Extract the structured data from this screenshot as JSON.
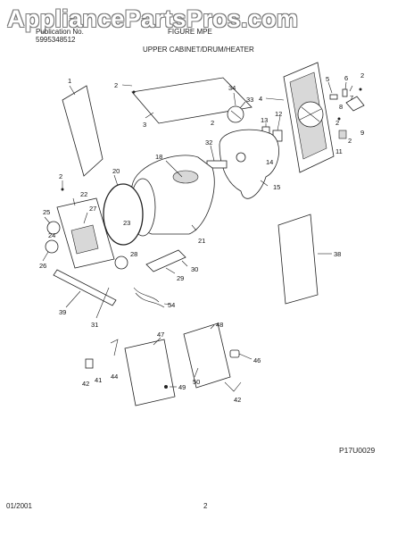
{
  "header": {
    "watermark": "AppliancePartsPros.com",
    "publication_label": "Publication No.",
    "publication_number": "5995348512",
    "figure_label": "FIGURE MPE",
    "section_title": "UPPER CABINET/DRUM/HEATER"
  },
  "footer": {
    "date": "01/2001",
    "page": "2",
    "drawing_code": "P17U0029"
  },
  "callouts": [
    {
      "id": "c1",
      "text": "1"
    },
    {
      "id": "c2a",
      "text": "2"
    },
    {
      "id": "c3",
      "text": "3"
    },
    {
      "id": "c34",
      "text": "34"
    },
    {
      "id": "c33",
      "text": "33"
    },
    {
      "id": "c2b",
      "text": "2"
    },
    {
      "id": "c4",
      "text": "4"
    },
    {
      "id": "c5",
      "text": "5"
    },
    {
      "id": "c6",
      "text": "6"
    },
    {
      "id": "c2c",
      "text": "2"
    },
    {
      "id": "c7",
      "text": "7"
    },
    {
      "id": "c8",
      "text": "8"
    },
    {
      "id": "c2d",
      "text": "2"
    },
    {
      "id": "c9",
      "text": "9"
    },
    {
      "id": "c2e",
      "text": "2"
    },
    {
      "id": "c11",
      "text": "11"
    },
    {
      "id": "c12",
      "text": "12"
    },
    {
      "id": "c13",
      "text": "13"
    },
    {
      "id": "c14",
      "text": "14"
    },
    {
      "id": "c15",
      "text": "15"
    },
    {
      "id": "c32",
      "text": "32"
    },
    {
      "id": "c18",
      "text": "18"
    },
    {
      "id": "c20",
      "text": "20"
    },
    {
      "id": "c2f",
      "text": "2"
    },
    {
      "id": "c22",
      "text": "22"
    },
    {
      "id": "c27",
      "text": "27"
    },
    {
      "id": "c25",
      "text": "25"
    },
    {
      "id": "c23",
      "text": "23"
    },
    {
      "id": "c21",
      "text": "21"
    },
    {
      "id": "c24",
      "text": "24"
    },
    {
      "id": "c26",
      "text": "26"
    },
    {
      "id": "c28",
      "text": "28"
    },
    {
      "id": "c30",
      "text": "30"
    },
    {
      "id": "c29",
      "text": "29"
    },
    {
      "id": "c39",
      "text": "39"
    },
    {
      "id": "c31",
      "text": "31"
    },
    {
      "id": "c54",
      "text": "54"
    },
    {
      "id": "c38",
      "text": "38"
    },
    {
      "id": "c48",
      "text": "48"
    },
    {
      "id": "c47",
      "text": "47"
    },
    {
      "id": "c46",
      "text": "46"
    },
    {
      "id": "c50",
      "text": "50"
    },
    {
      "id": "c42a",
      "text": "42"
    },
    {
      "id": "c41",
      "text": "41"
    },
    {
      "id": "c44",
      "text": "44"
    },
    {
      "id": "c49",
      "text": "49"
    },
    {
      "id": "c42b",
      "text": "42"
    }
  ]
}
